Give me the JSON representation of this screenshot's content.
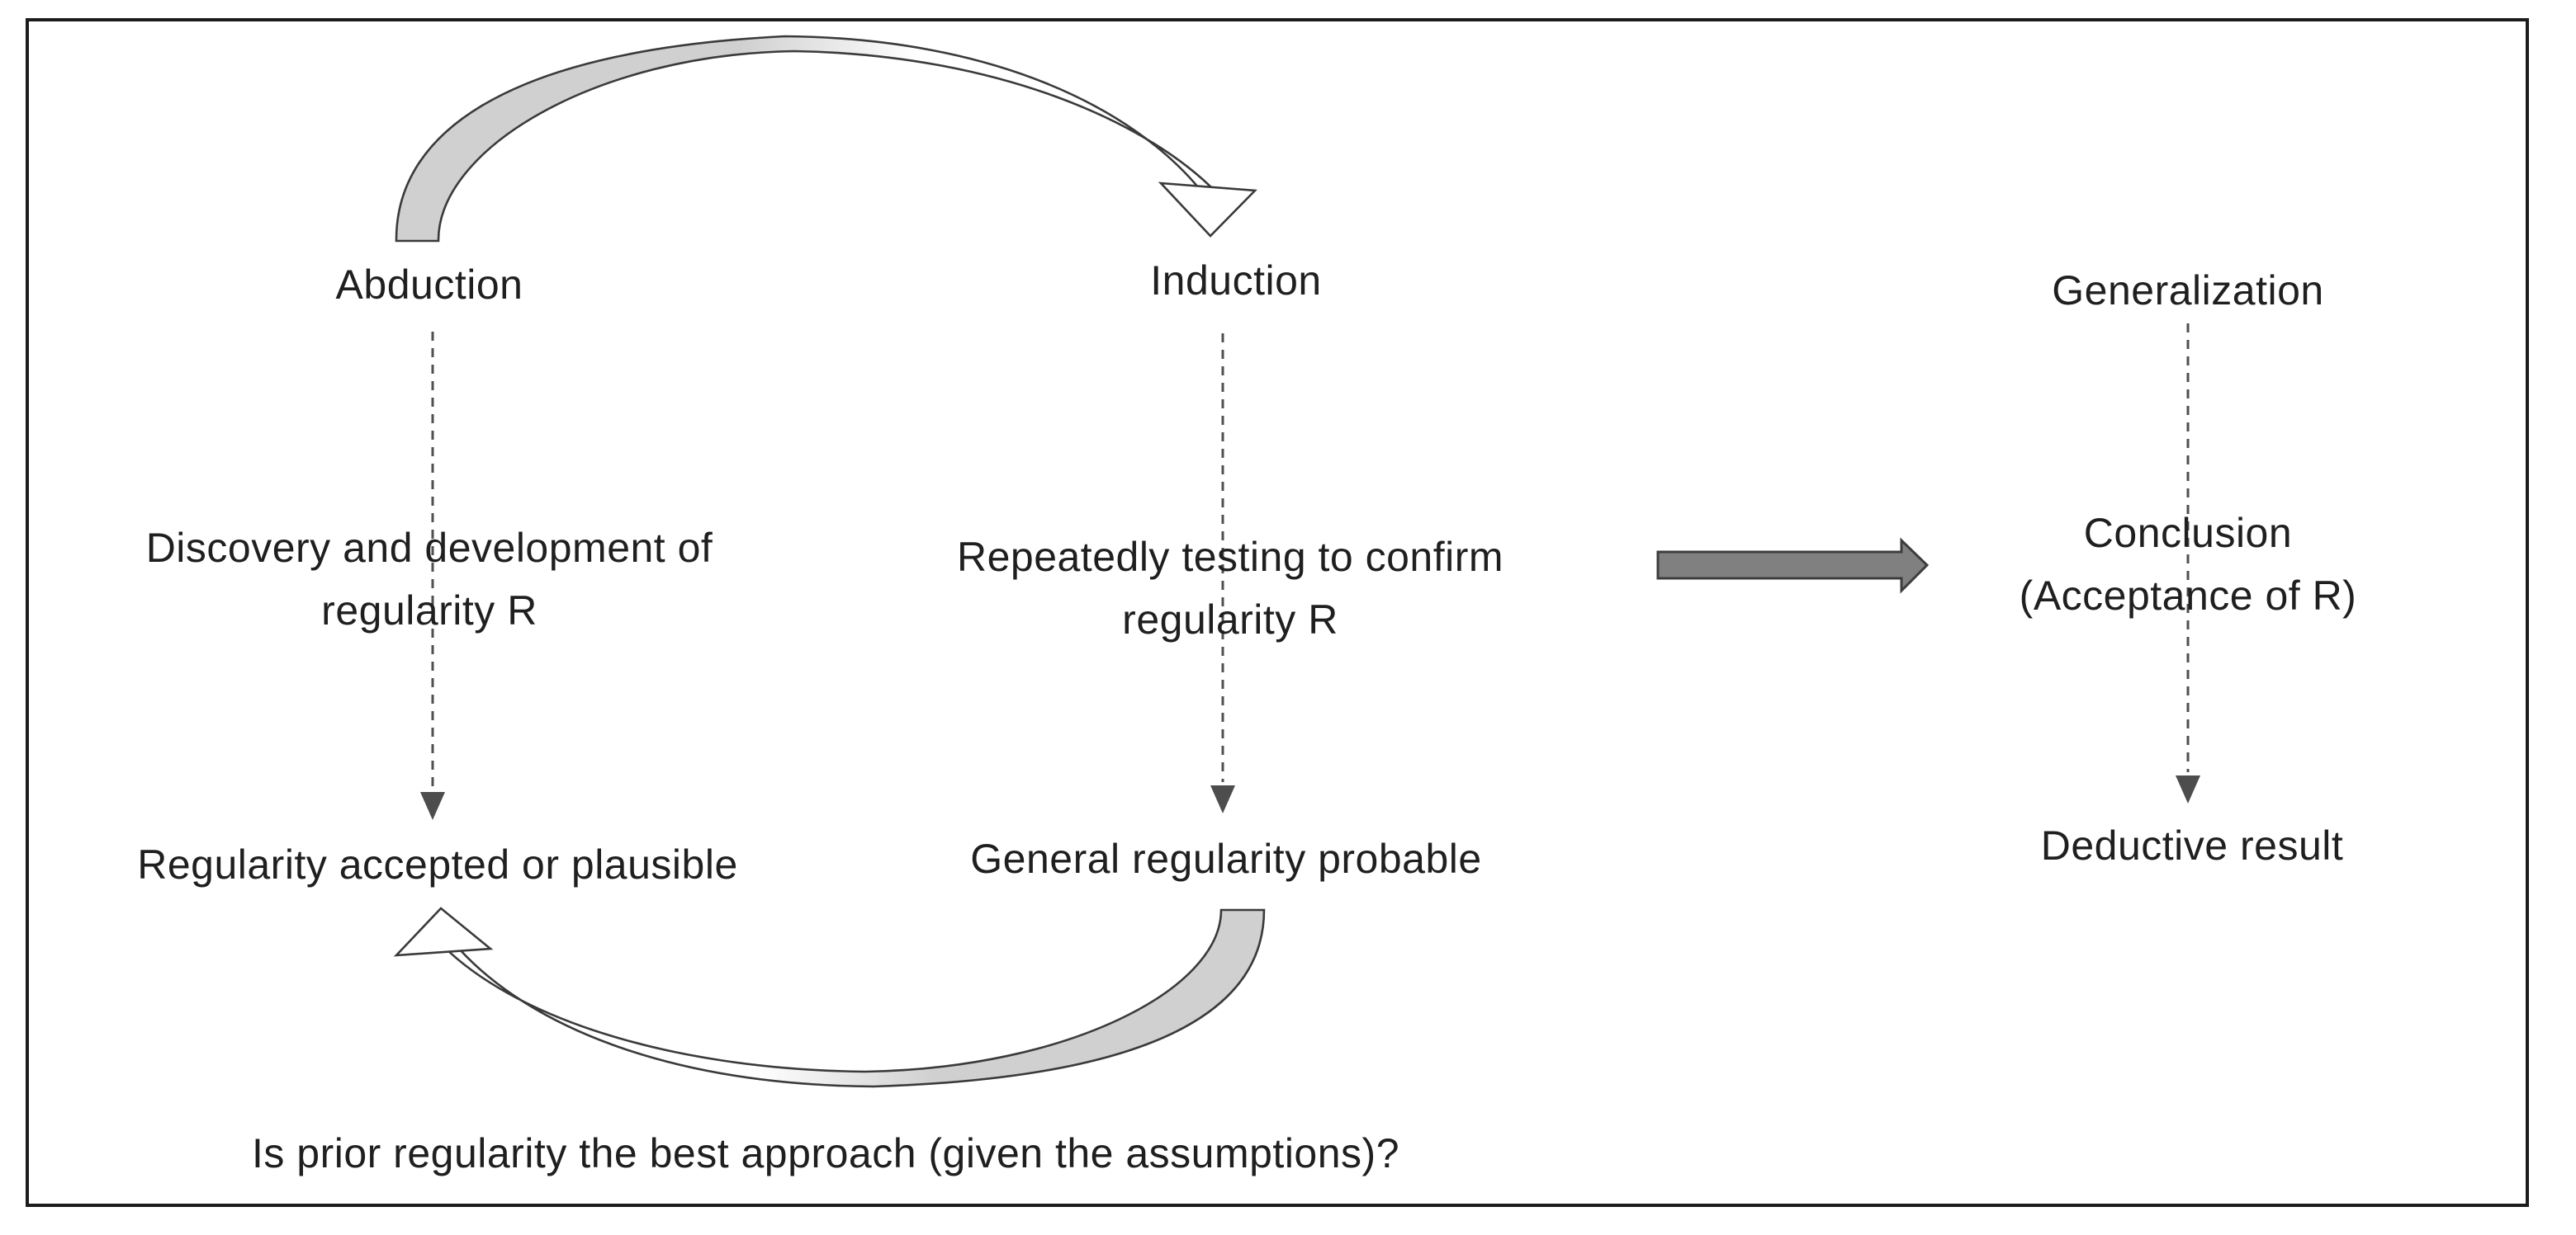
{
  "diagram": {
    "top_labels": {
      "abduction": "Abduction",
      "induction": "Induction",
      "generalization": "Generalization"
    },
    "process_labels": {
      "discovery_line1": "Discovery and development of",
      "discovery_line2": "regularity R",
      "testing_line1": "Repeatedly testing to confirm",
      "testing_line2": "regularity R",
      "conclusion_line1": "Conclusion",
      "conclusion_line2": "(Acceptance of R)"
    },
    "result_labels": {
      "regularity_accepted": "Regularity accepted or plausible",
      "general_regularity": "General regularity probable",
      "deductive_result": "Deductive result"
    },
    "question": "Is prior regularity the best approach (given the assumptions)?",
    "arrows": {
      "curved_top": "abduction-to-induction",
      "curved_bottom": "general-regularity-probable-to-regularity-accepted",
      "solid_right": "testing-to-conclusion",
      "dashed_left": "abduction-to-regularity-accepted",
      "dashed_middle": "induction-to-general-regularity",
      "dashed_right": "generalization-to-deductive-result"
    }
  },
  "colors": {
    "text": "#1f1f1f",
    "frame_border": "#1c1c1c",
    "band_fill_gray": "#d0d0d0",
    "band_stroke": "#3a3a3a",
    "head_fill_white": "#ffffff",
    "solid_arrow_fill": "#808080",
    "solid_arrow_stroke": "#3d3d3d",
    "dashed_line": "#4f4f4f",
    "dashed_arrowhead": "#4d4d4d"
  }
}
